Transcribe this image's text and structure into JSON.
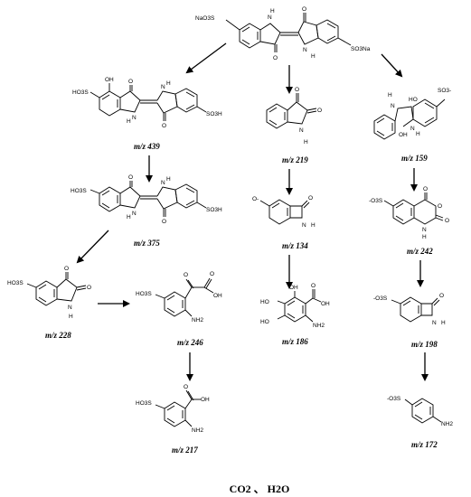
{
  "molecules": [
    {
      "id": "indigo_carmine",
      "atoms": {
        "so3na_left": "NaO3S",
        "so3na_right": "SO3Na",
        "nh_top": "N",
        "h_top": "H",
        "o_top": "O",
        "o_bottom": "O",
        "n_bottom": "N",
        "h_bottom": "H"
      }
    },
    {
      "id": "m439",
      "label": "m/z 439",
      "atoms": {
        "so3h_left": "HO3S",
        "oh": "OH",
        "o1": "O",
        "nh": "N",
        "h": "H",
        "so3h_right": "SO3H",
        "n": "N",
        "h2": "H",
        "o2": "O"
      }
    },
    {
      "id": "m219",
      "label": "m/z 219",
      "atoms": {
        "o1": "O",
        "o2": "O",
        "n": "N",
        "h": "H"
      }
    },
    {
      "id": "m159",
      "label": "m/z 159",
      "atoms": {
        "so3": "SO3-",
        "h1": "H",
        "n1": "N",
        "ho": "HO",
        "n2": "N",
        "h2": "H",
        "oh": "OH"
      }
    },
    {
      "id": "m375",
      "label": "m/z 375",
      "atoms": {
        "so3h_left": "HO3S",
        "so3h_right": "SO3H",
        "o1": "O",
        "nh": "N",
        "h": "H",
        "n": "N",
        "h2": "H",
        "o2": "O"
      }
    },
    {
      "id": "m134",
      "label": "m/z 134",
      "atoms": {
        "o_minus": "O-",
        "o": "O",
        "n": "N",
        "h": "H"
      }
    },
    {
      "id": "m242",
      "label": "m/z 242",
      "atoms": {
        "so3": "-O3S",
        "o1": "O",
        "o2": "O",
        "o3": "O",
        "n": "N",
        "h": "H"
      }
    },
    {
      "id": "m228",
      "label": "m/z 228",
      "atoms": {
        "so3h": "HO3S",
        "o1": "O",
        "o2": "O",
        "n": "N",
        "h": "H"
      }
    },
    {
      "id": "m246",
      "label": "m/z 246",
      "atoms": {
        "so3h": "HO3S",
        "o": "O",
        "oh": "OH",
        "o2": "O",
        "nh2": "NH2"
      }
    },
    {
      "id": "m186",
      "label": "m/z 186",
      "atoms": {
        "oh_top": "OH",
        "o": "O",
        "oh_acid": "OH",
        "ho1": "HO",
        "ho2": "HO",
        "nh2": "NH2"
      }
    },
    {
      "id": "m198",
      "label": "m/z 198",
      "atoms": {
        "so3": "-O3S",
        "o": "O",
        "n": "N",
        "h": "H"
      }
    },
    {
      "id": "m217",
      "label": "m/z 217",
      "atoms": {
        "so3h": "HO3S",
        "o": "O",
        "oh": "OH",
        "nh2": "NH2"
      }
    },
    {
      "id": "m172",
      "label": "m/z 172",
      "atoms": {
        "so3": "-O3S",
        "nh2": "NH2"
      }
    }
  ],
  "final_products": "CO2 、 H2O"
}
